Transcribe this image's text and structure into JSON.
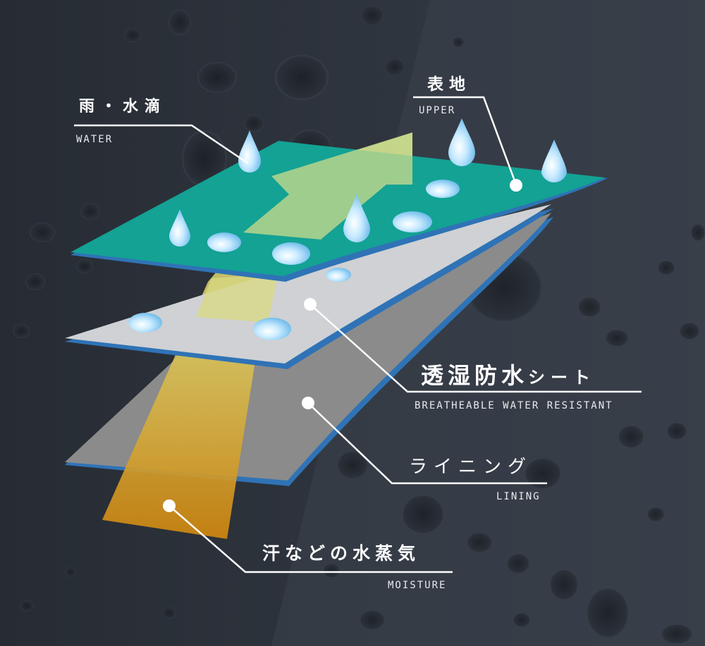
{
  "labels": {
    "water": {
      "jp": "雨・水滴",
      "en": "WATER"
    },
    "upper": {
      "jp": "表地",
      "en": "UPPER"
    },
    "membrane": {
      "jp_main": "透湿防水",
      "jp_sub": "シート",
      "en": "BREATHEABLE WATER RESISTANT"
    },
    "lining": {
      "jp": "ライニング",
      "en": "LINING"
    },
    "moisture": {
      "jp": "汗などの水蒸気",
      "en": "MOISTURE"
    }
  },
  "icons": [
    "water-droplet-icon",
    "vapor-arrow-icon",
    "callout-dot-icon"
  ],
  "colors": {
    "background": "#2e343e",
    "upper_layer": "#11a394",
    "membrane_layer": "#cfd1d4",
    "lining_layer": "#8a8a8a",
    "layer_edge": "#2f73b6",
    "vapor_arrow_top": "#c9d98a",
    "vapor_arrow_bottom": "#d18d12",
    "droplet": "#8fd0f2"
  }
}
